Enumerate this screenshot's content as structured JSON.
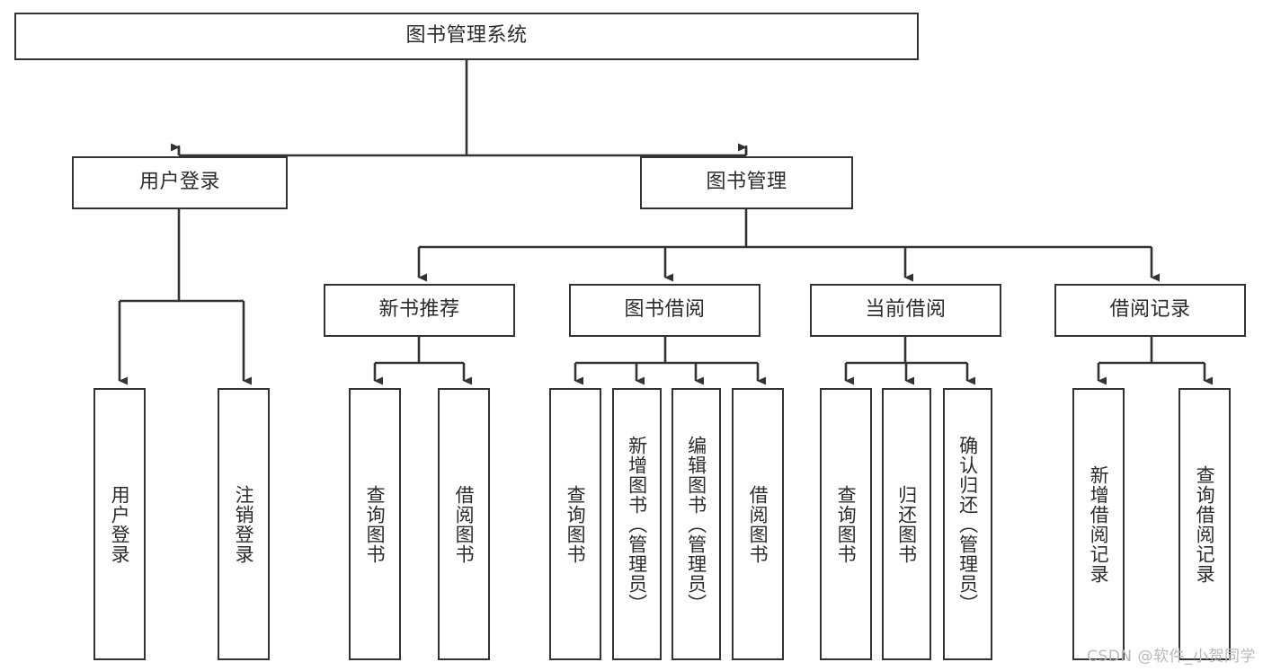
{
  "diagram": {
    "type": "tree-hierarchy",
    "title": "图书管理系统",
    "background": "#ffffff",
    "line_color": "#333333",
    "text_color": "#2b2b2b"
  },
  "nodes": {
    "root": {
      "label": "图书管理系统"
    },
    "level2": [
      {
        "id": "user-login",
        "label": "用户登录"
      },
      {
        "id": "book-management",
        "label": "图书管理"
      }
    ],
    "level3": [
      {
        "id": "new-book-recommend",
        "label": "新书推荐"
      },
      {
        "id": "book-borrow",
        "label": "图书借阅"
      },
      {
        "id": "current-borrow",
        "label": "当前借阅"
      },
      {
        "id": "borrow-record",
        "label": "借阅记录"
      }
    ],
    "leaves": {
      "user_login": [
        {
          "id": "leaf-user-login",
          "label": "用户登录"
        },
        {
          "id": "leaf-logout",
          "label": "注销登录"
        }
      ],
      "new_book_recommend": [
        {
          "id": "leaf-query-book-1",
          "label": "查询图书"
        },
        {
          "id": "leaf-borrow-book-1",
          "label": "借阅图书"
        }
      ],
      "book_borrow": [
        {
          "id": "leaf-query-book-2",
          "label": "查询图书"
        },
        {
          "id": "leaf-add-book",
          "label": "新增图书（管理员）"
        },
        {
          "id": "leaf-edit-book",
          "label": "编辑图书（管理员）"
        },
        {
          "id": "leaf-borrow-book-2",
          "label": "借阅图书"
        }
      ],
      "current_borrow": [
        {
          "id": "leaf-query-book-3",
          "label": "查询图书"
        },
        {
          "id": "leaf-return-book",
          "label": "归还图书"
        },
        {
          "id": "leaf-confirm-return",
          "label": "确认归还（管理员）"
        }
      ],
      "borrow_record": [
        {
          "id": "leaf-add-record",
          "label": "新增借阅记录"
        },
        {
          "id": "leaf-query-record",
          "label": "查询借阅记录"
        }
      ]
    }
  },
  "watermark": {
    "text": "CSDN @软件_小贺同学"
  }
}
